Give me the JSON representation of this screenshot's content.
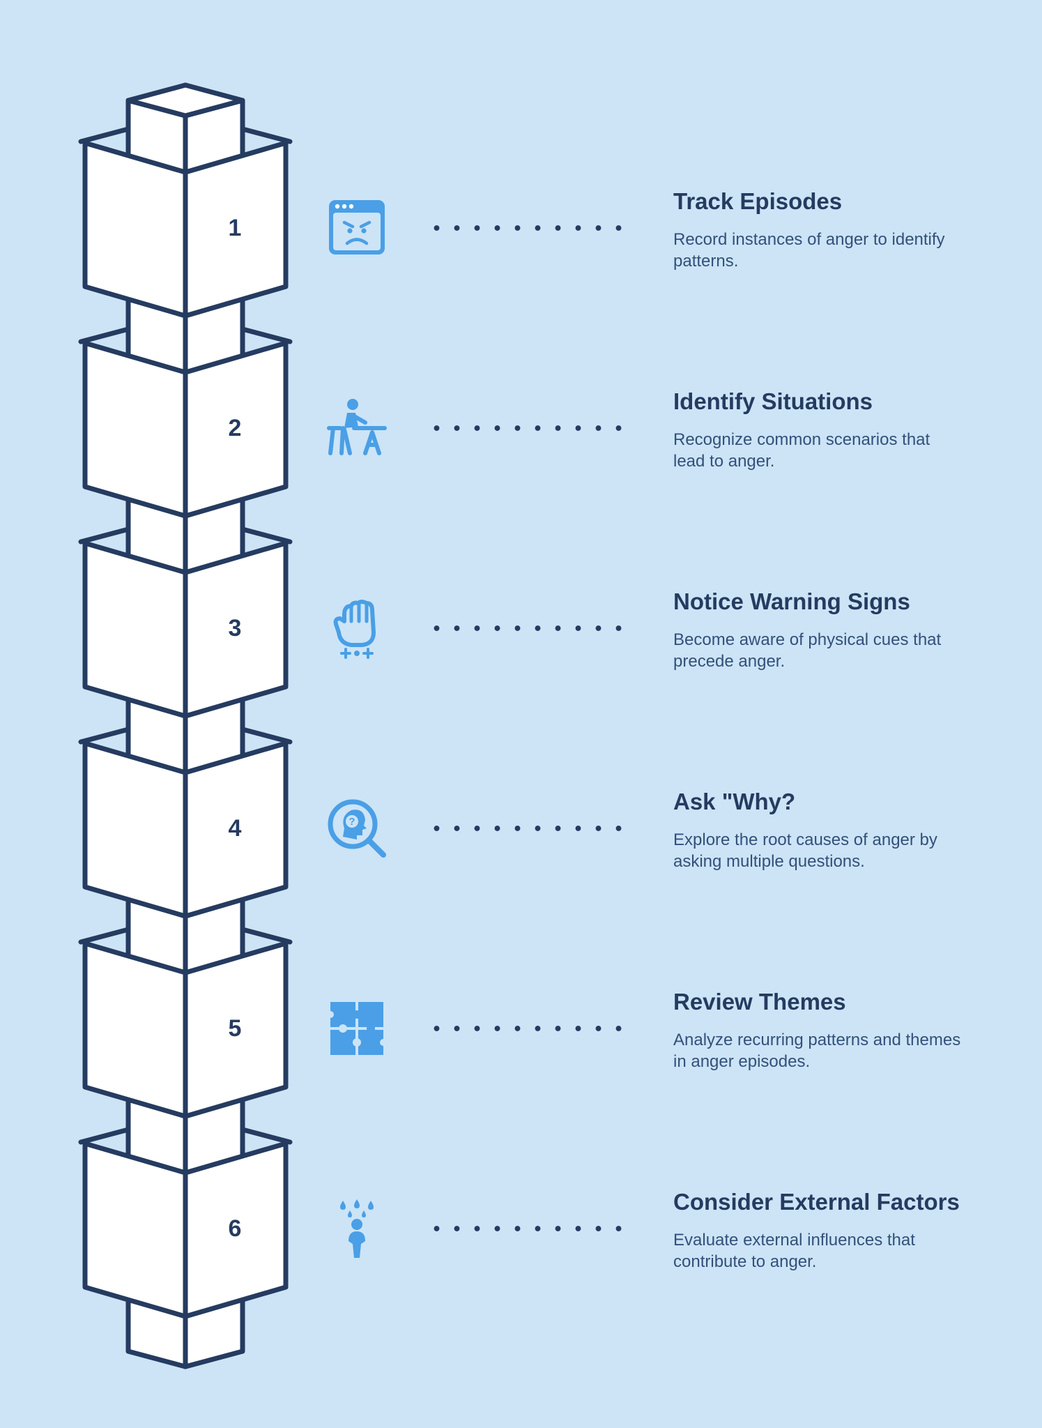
{
  "colors": {
    "background": "#cce4f6",
    "outline": "#253b60",
    "icon": "#4a9fe6",
    "block_face": "#ffffff"
  },
  "steps": [
    {
      "number": "1",
      "icon": "angry-window-icon",
      "title": "Track Episodes",
      "description": "Record instances of anger to identify patterns."
    },
    {
      "number": "2",
      "icon": "person-at-desk-icon",
      "title": "Identify Situations",
      "description": "Recognize common scenarios that lead to anger."
    },
    {
      "number": "3",
      "icon": "clenched-fist-icon",
      "title": "Notice Warning Signs",
      "description": "Become aware of physical cues that precede anger."
    },
    {
      "number": "4",
      "icon": "question-search-icon",
      "title": "Ask \"Why?",
      "description": "Explore the root causes of anger by asking multiple questions."
    },
    {
      "number": "5",
      "icon": "puzzle-icon",
      "title": "Review Themes",
      "description": "Analyze recurring patterns and themes in anger episodes."
    },
    {
      "number": "6",
      "icon": "person-rain-icon",
      "title": "Consider External Factors",
      "description": "Evaluate external influences that contribute to anger."
    }
  ]
}
